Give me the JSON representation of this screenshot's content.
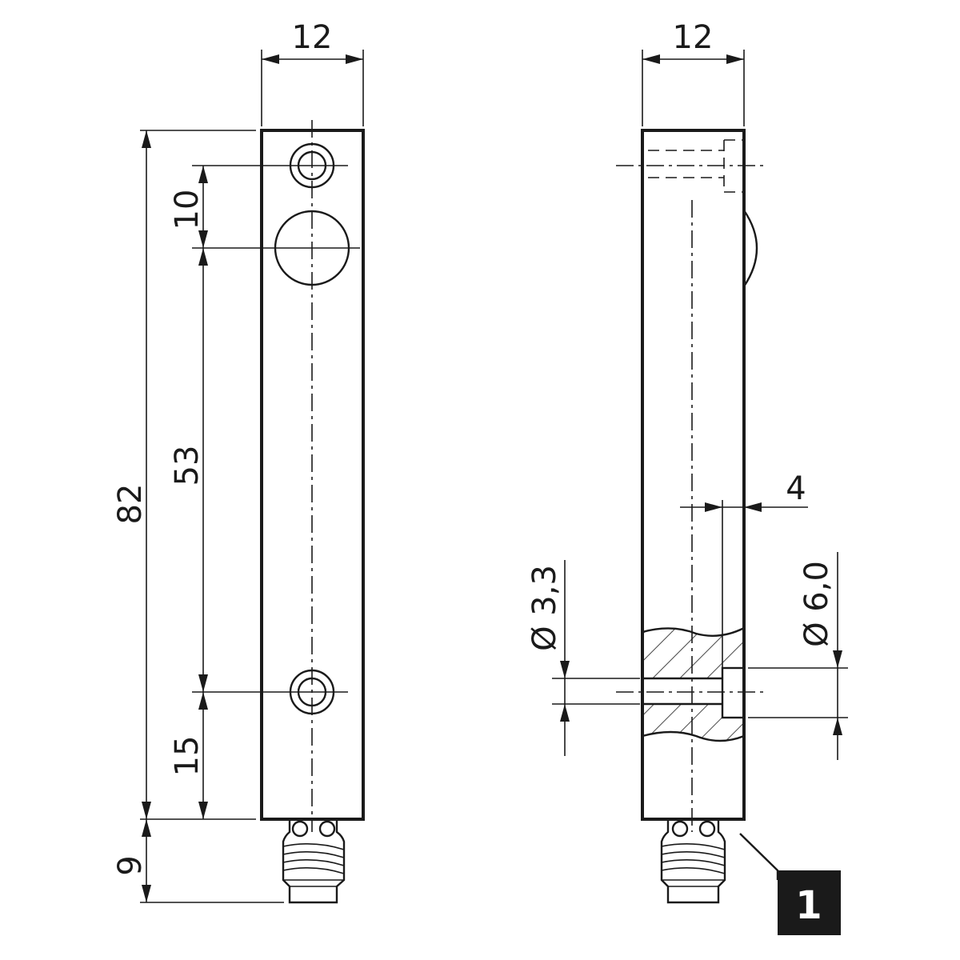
{
  "front_view": {
    "width_label": "12",
    "total_length_label": "82",
    "hole_to_face_label": "10",
    "face_to_hole_label": "53",
    "hole_to_end_label": "15",
    "connector_length_label": "9"
  },
  "side_view": {
    "width_label": "12",
    "counterbore_depth_label": "4",
    "hole_diameter_label": "Ø 3,3",
    "counterbore_diameter_label": "Ø 6,0"
  },
  "callout": {
    "number": "1"
  }
}
